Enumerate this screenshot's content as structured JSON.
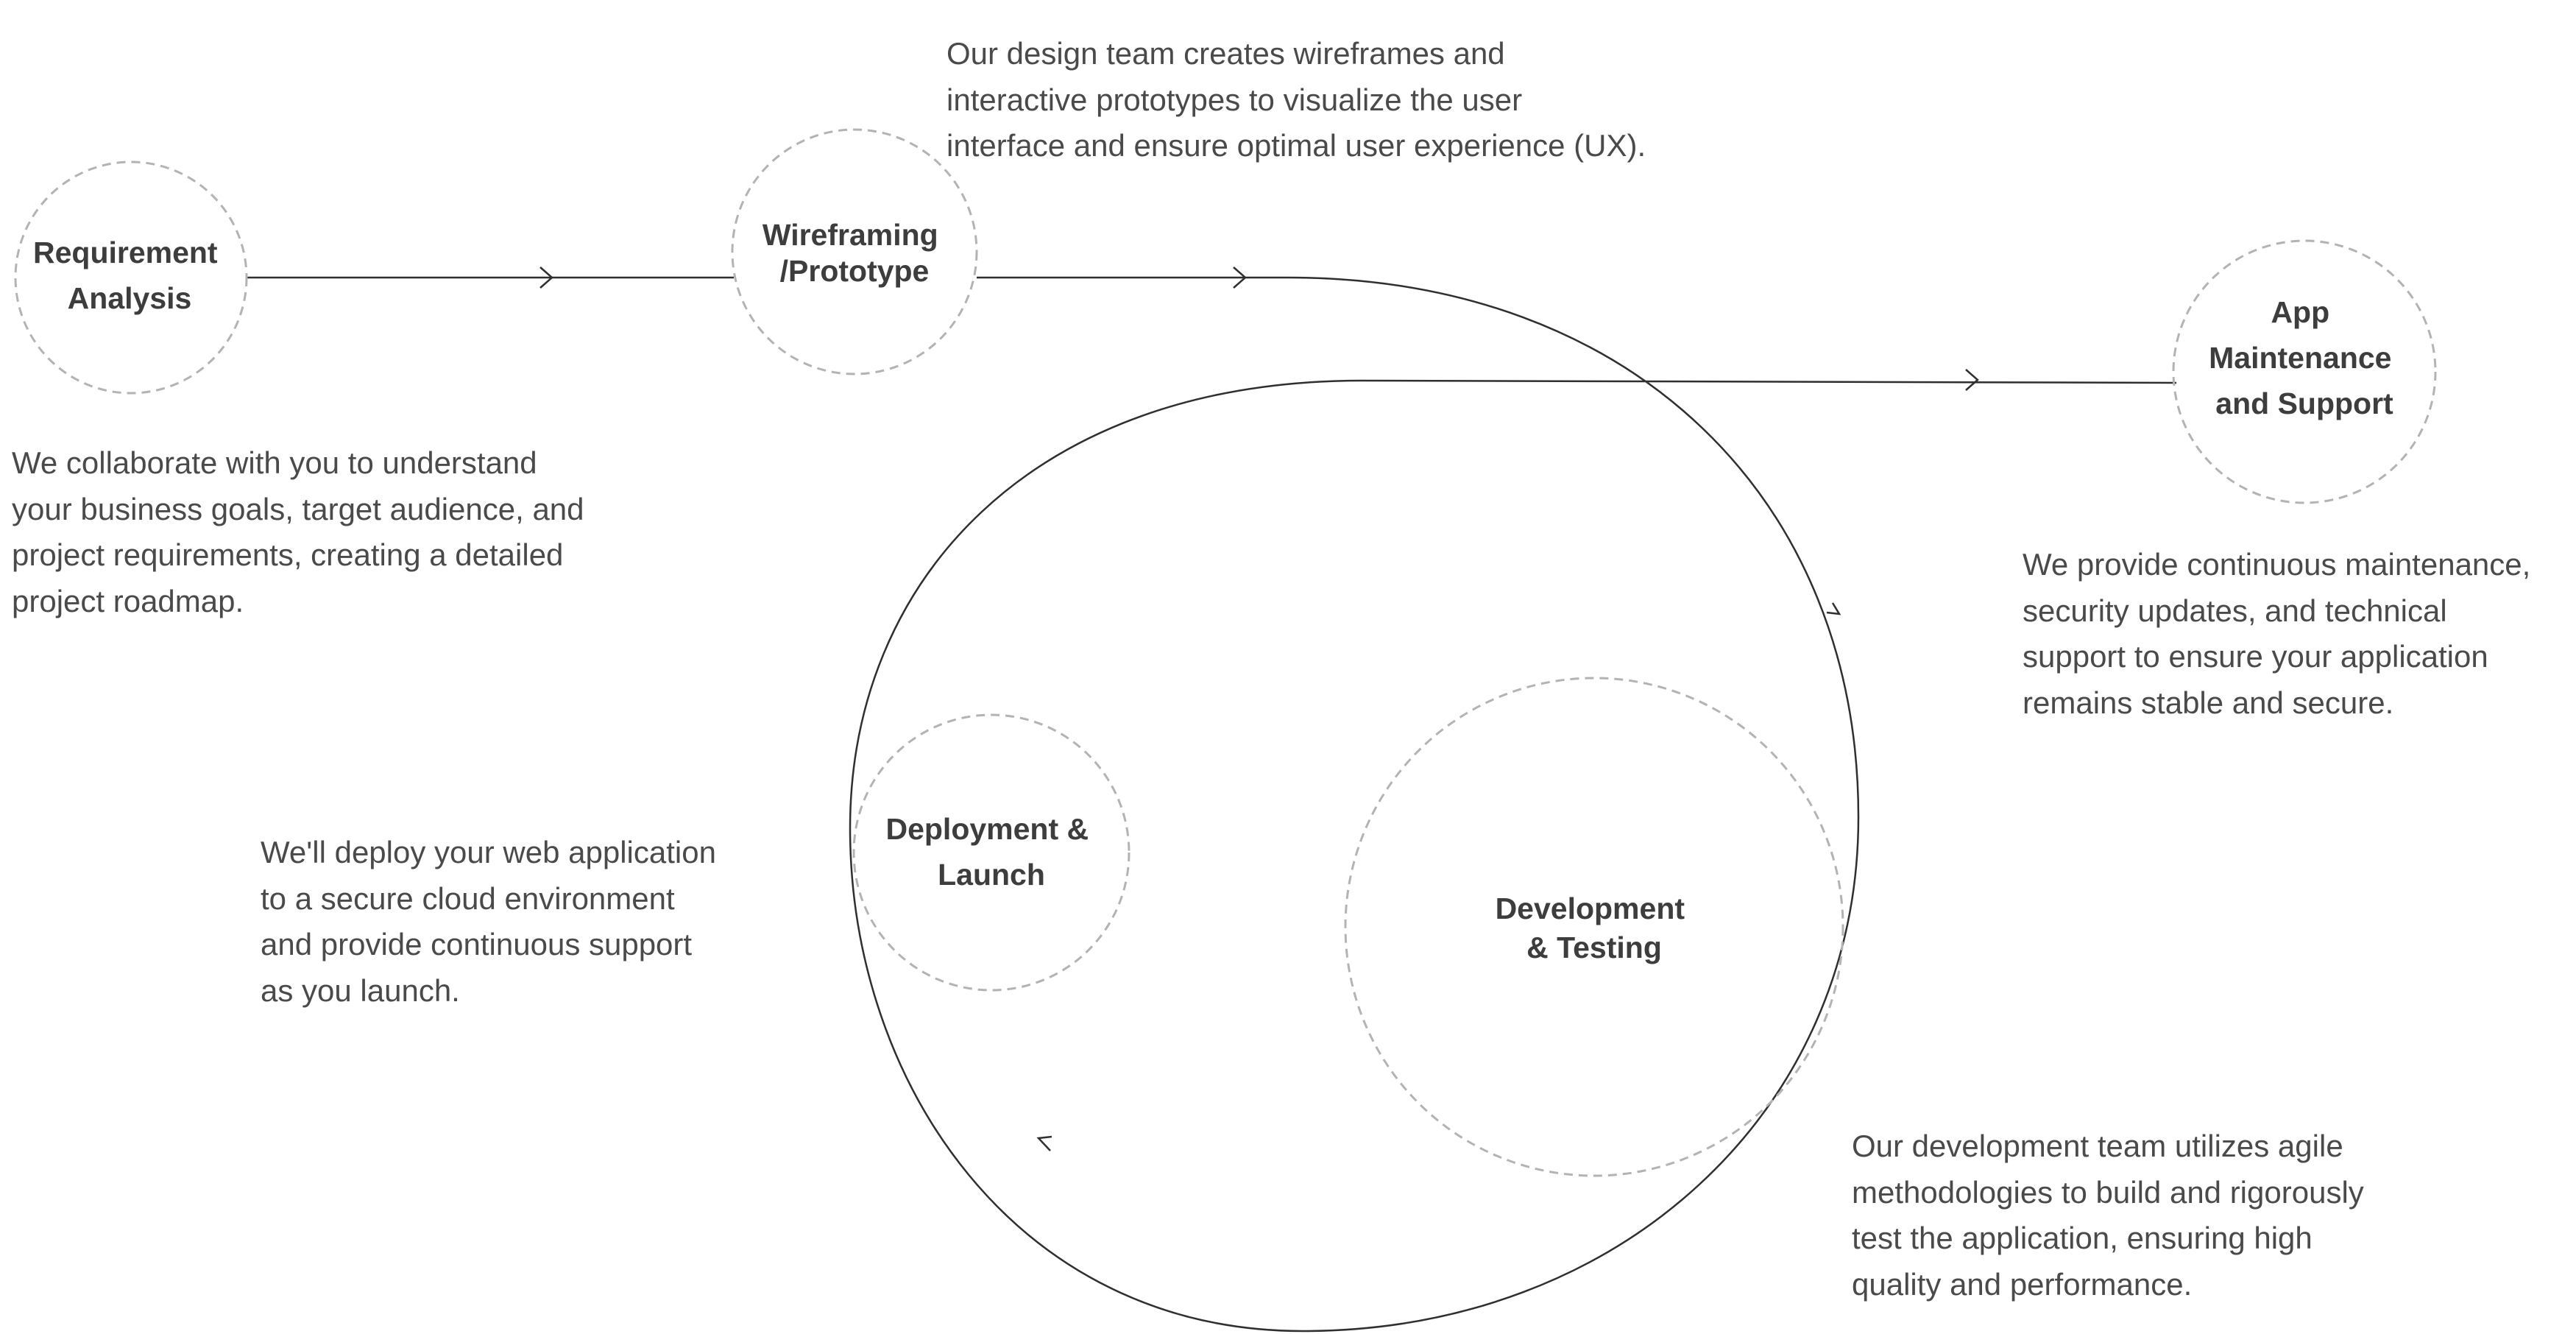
{
  "stages": {
    "requirement": {
      "title_lines": [
        "Requirement",
        "Analysis"
      ],
      "description": "We collaborate with you to understand\nyour business goals, target audience, and\nproject requirements, creating a detailed\nproject roadmap."
    },
    "wireframing": {
      "title_lines": [
        "Wireframing",
        "/Prototype"
      ],
      "description": "Our design team creates wireframes and\ninteractive prototypes to visualize the user\ninterface and ensure optimal user experience (UX)."
    },
    "maintenance": {
      "title_lines": [
        "App",
        "Maintenance",
        "and Support"
      ],
      "description": "We provide continuous maintenance,\nsecurity updates, and technical\nsupport to ensure your application\nremains stable and secure."
    },
    "deployment": {
      "title_lines": [
        "Deployment &",
        "Launch"
      ],
      "description": "We'll deploy your web application\nto a secure cloud environment\nand provide continuous support\nas you launch."
    },
    "development": {
      "title_lines": [
        "Development",
        "& Testing"
      ],
      "description": "Our development team utilizes agile\nmethodologies to build and rigorously\ntest the application, ensuring high\nquality and performance."
    }
  },
  "colors": {
    "line": "#2f2f2f",
    "dashed_circle": "#b3b3b3",
    "title_text": "#3d3d3d",
    "body_text": "#4a4a4a",
    "background": "#ffffff"
  }
}
